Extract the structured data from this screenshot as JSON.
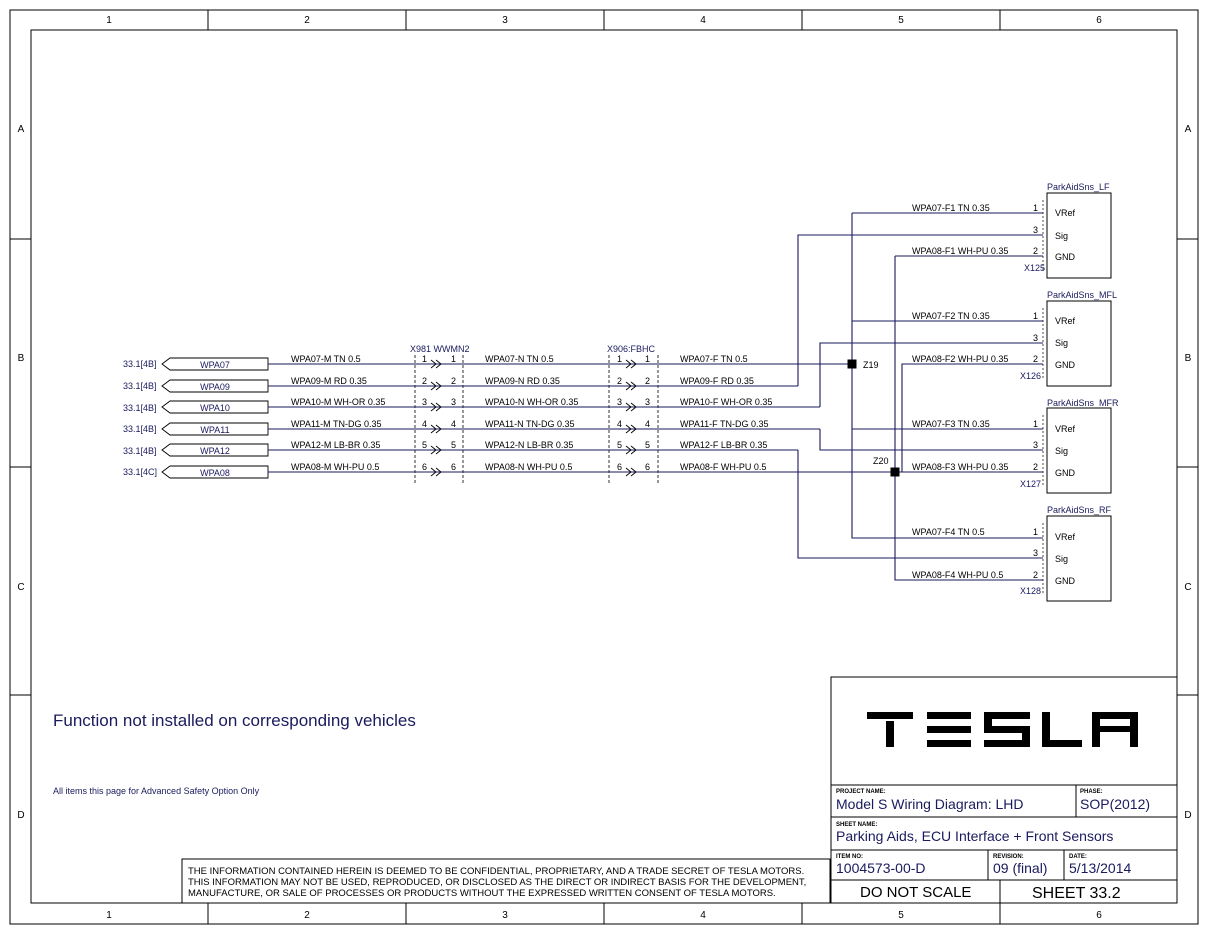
{
  "border": {
    "columns": [
      "1",
      "2",
      "3",
      "4",
      "5",
      "6"
    ],
    "rows": [
      "A",
      "B",
      "C",
      "D"
    ]
  },
  "connectors_inline": [
    {
      "name": "X981 WWMN2"
    },
    {
      "name": "X906:FBHC"
    }
  ],
  "sources": [
    {
      "ref": "33.1[4B]",
      "wire": "WPA07",
      "seg_m": "WPA07-M TN 0.5",
      "seg_n": "WPA07-N TN 0.5",
      "seg_f": "WPA07-F TN 0.5",
      "pin": "1"
    },
    {
      "ref": "33.1[4B]",
      "wire": "WPA09",
      "seg_m": "WPA09-M RD 0.35",
      "seg_n": "WPA09-N RD 0.35",
      "seg_f": "WPA09-F RD 0.35",
      "pin": "2"
    },
    {
      "ref": "33.1[4B]",
      "wire": "WPA10",
      "seg_m": "WPA10-M WH-OR 0.35",
      "seg_n": "WPA10-N WH-OR 0.35",
      "seg_f": "WPA10-F WH-OR 0.35",
      "pin": "3"
    },
    {
      "ref": "33.1[4B]",
      "wire": "WPA11",
      "seg_m": "WPA11-M TN-DG 0.35",
      "seg_n": "WPA11-N TN-DG 0.35",
      "seg_f": "WPA11-F TN-DG 0.35",
      "pin": "4"
    },
    {
      "ref": "33.1[4B]",
      "wire": "WPA12",
      "seg_m": "WPA12-M LB-BR 0.35",
      "seg_n": "WPA12-N LB-BR 0.35",
      "seg_f": "WPA12-F LB-BR 0.35",
      "pin": "5"
    },
    {
      "ref": "33.1[4C]",
      "wire": "WPA08",
      "seg_m": "WPA08-M WH-PU 0.5",
      "seg_n": "WPA08-N WH-PU 0.5",
      "seg_f": "WPA08-F WH-PU 0.5",
      "pin": "6"
    }
  ],
  "splices": [
    "Z19",
    "Z20"
  ],
  "sensors": [
    {
      "name": "ParkAidSns_LF",
      "conn": "X125",
      "vref_wire": "WPA07-F1 TN 0.35",
      "gnd_wire": "WPA08-F1 WH-PU 0.35",
      "pins": [
        "1",
        "3",
        "2"
      ],
      "pin_labels": [
        "VRef",
        "Sig",
        "GND"
      ]
    },
    {
      "name": "ParkAidSns_MFL",
      "conn": "X126",
      "vref_wire": "WPA07-F2 TN 0.35",
      "gnd_wire": "WPA08-F2 WH-PU 0.35",
      "pins": [
        "1",
        "3",
        "2"
      ],
      "pin_labels": [
        "VRef",
        "Sig",
        "GND"
      ]
    },
    {
      "name": "ParkAidSns_MFR",
      "conn": "X127",
      "vref_wire": "WPA07-F3 TN 0.35",
      "gnd_wire": "WPA08-F3 WH-PU 0.35",
      "pins": [
        "1",
        "3",
        "2"
      ],
      "pin_labels": [
        "VRef",
        "Sig",
        "GND"
      ]
    },
    {
      "name": "ParkAidSns_RF",
      "conn": "X128",
      "vref_wire": "WPA07-F4 TN 0.5",
      "gnd_wire": "WPA08-F4 WH-PU 0.5",
      "pins": [
        "1",
        "3",
        "2"
      ],
      "pin_labels": [
        "VRef",
        "Sig",
        "GND"
      ]
    }
  ],
  "notes": {
    "function_note": "Function not installed on corresponding vehicles",
    "option_note": "All items this page for Advanced Safety Option Only"
  },
  "disclaimer": [
    "THE INFORMATION CONTAINED HEREIN IS DEEMED TO BE CONFIDENTIAL, PROPRIETARY, AND A TRADE SECRET OF TESLA MOTORS.",
    "THIS INFORMATION MAY NOT BE USED, REPRODUCED, OR DISCLOSED AS THE DIRECT OR INDIRECT BASIS FOR THE DEVELOPMENT,",
    "MANUFACTURE, OR SALE OF PROCESSES OR PRODUCTS WITHOUT THE EXPRESSED WRITTEN CONSENT OF TESLA MOTORS."
  ],
  "title_block": {
    "logo_text": "TESLA",
    "project_label": "PROJECT NAME:",
    "project_value": "Model S Wiring Diagram: LHD",
    "phase_label": "PHASE:",
    "phase_value": "SOP(2012)",
    "sheet_name_label": "SHEET NAME:",
    "sheet_name_value": "Parking Aids, ECU Interface + Front Sensors",
    "item_label": "ITEM NO:",
    "item_value": "1004573-00-D",
    "revision_label": "REVISION:",
    "revision_value": "09 (final)",
    "date_label": "DATE:",
    "date_value": "5/13/2014",
    "scale_note": "DO NOT SCALE",
    "sheet_number": "SHEET 33.2"
  }
}
